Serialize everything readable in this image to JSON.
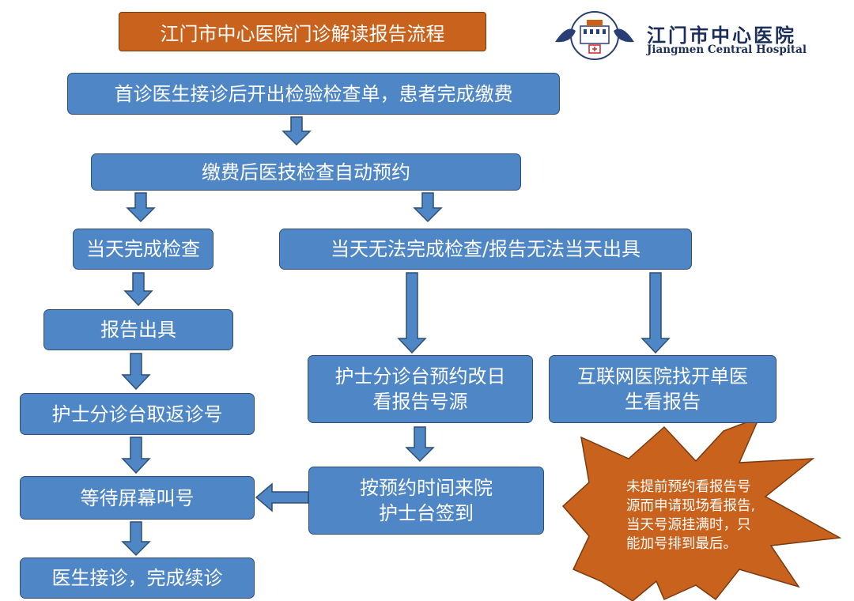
{
  "title": "江门市中心医院门诊解读报告流程",
  "logo": {
    "name_cn": "江门市中心医院",
    "name_en": "Jiangmen Central Hospital"
  },
  "steps": {
    "first_visit": "首诊医生接诊后开出检验检查单，患者完成缴费",
    "auto_booking": "缴费后医技检查自动预约",
    "same_day_done": "当天完成检查",
    "report_issued": "报告出具",
    "get_number": "护士分诊台取返诊号",
    "wait_call": "等待屏幕叫号",
    "doctor_visit": "医生接诊，完成续诊",
    "not_same_day": "当天无法完成检查/报告无法当天出具",
    "nurse_reschedule_l1": "护士分诊台预约改日",
    "nurse_reschedule_l2": "看报告号源",
    "internet_hospital_l1": "互联网医院找开单医",
    "internet_hospital_l2": "生看报告",
    "arrive_checkin_l1": "按预约时间来院",
    "arrive_checkin_l2": "护士台签到"
  },
  "note": {
    "l1": "未提前预约看报告号",
    "l2": "源而申请现场看报告,",
    "l3": "当天号源挂满时，只",
    "l4": "能加号排到最后。"
  },
  "colors": {
    "box_fill": "#4f86c6",
    "box_border": "#2f4f75",
    "title_fill": "#c8621d",
    "star_fill": "#c8621d",
    "logo_text": "#1b2e5a"
  }
}
